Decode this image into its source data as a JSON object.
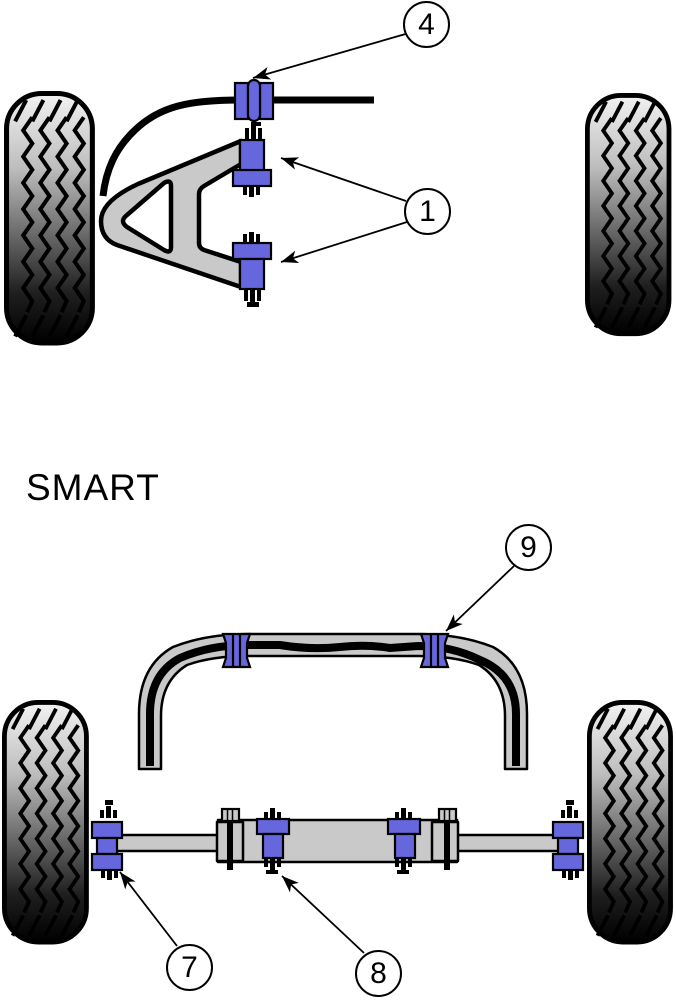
{
  "label": {
    "text": "SMART"
  },
  "callouts": {
    "c1": "1",
    "c4": "4",
    "c7": "7",
    "c8": "8",
    "c9": "9"
  },
  "colors": {
    "bushing": "#6666dd",
    "metal": "#c9c9c9",
    "outline": "#000000",
    "background": "#ffffff"
  }
}
